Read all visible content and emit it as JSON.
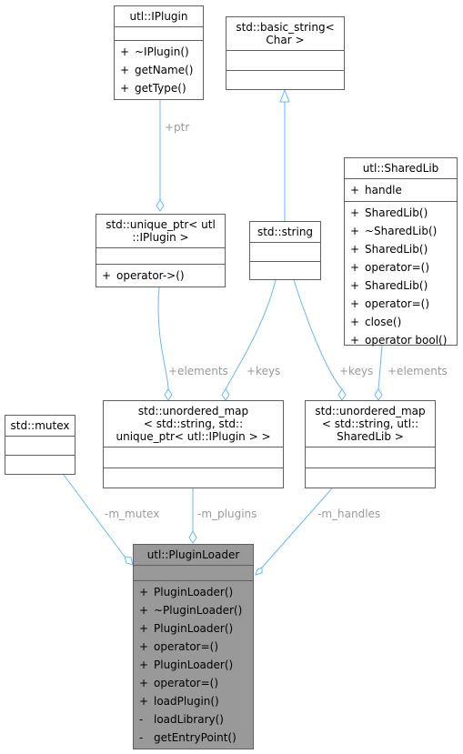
{
  "colors": {
    "edge": "#63b8ff",
    "highlight_fill": "#999999",
    "border": "#606060",
    "edge_label": "#9a9a9a"
  },
  "classes": {
    "iplugin": {
      "title": [
        "utl::IPlugin"
      ],
      "members": [],
      "operations": [
        {
          "vis": "+",
          "name": "~IPlugin()"
        },
        {
          "vis": "+",
          "name": "getName()"
        },
        {
          "vis": "+",
          "name": "getType()"
        }
      ]
    },
    "basic_string": {
      "title": [
        "std::basic_string<",
        "Char >"
      ],
      "members": [],
      "operations": []
    },
    "sharedlib": {
      "title": [
        "utl::SharedLib"
      ],
      "members": [
        {
          "vis": "+",
          "name": "handle"
        }
      ],
      "operations": [
        {
          "vis": "+",
          "name": "SharedLib()"
        },
        {
          "vis": "+",
          "name": "~SharedLib()"
        },
        {
          "vis": "+",
          "name": "SharedLib()"
        },
        {
          "vis": "+",
          "name": "operator=()"
        },
        {
          "vis": "+",
          "name": "SharedLib()"
        },
        {
          "vis": "+",
          "name": "operator=()"
        },
        {
          "vis": "+",
          "name": "close()"
        },
        {
          "vis": "+",
          "name": "operator bool()"
        }
      ]
    },
    "unique_ptr": {
      "title": [
        "std::unique_ptr< utl",
        "::IPlugin >"
      ],
      "members": [],
      "operations": [
        {
          "vis": "+",
          "name": "operator->()"
        }
      ]
    },
    "string": {
      "title": [
        "std::string"
      ],
      "members": [],
      "operations": []
    },
    "mutex": {
      "title": [
        "std::mutex"
      ],
      "members": [],
      "operations": []
    },
    "umap_plugins": {
      "title": [
        "std::unordered_map",
        "< std::string, std::",
        "unique_ptr< utl::IPlugin > >"
      ],
      "members": [],
      "operations": []
    },
    "umap_handles": {
      "title": [
        "std::unordered_map",
        "< std::string, utl::",
        "SharedLib >"
      ],
      "members": [],
      "operations": []
    },
    "pluginloader": {
      "title": [
        "utl::PluginLoader"
      ],
      "members": [],
      "operations": [
        {
          "vis": "+",
          "name": "PluginLoader()"
        },
        {
          "vis": "+",
          "name": "~PluginLoader()"
        },
        {
          "vis": "+",
          "name": "PluginLoader()"
        },
        {
          "vis": "+",
          "name": "operator=()"
        },
        {
          "vis": "+",
          "name": "PluginLoader()"
        },
        {
          "vis": "+",
          "name": "operator=()"
        },
        {
          "vis": "+",
          "name": "loadPlugin()"
        },
        {
          "vis": "-",
          "name": "loadLibrary()"
        },
        {
          "vis": "-",
          "name": "getEntryPoint()"
        }
      ]
    }
  },
  "edge_labels": {
    "ptr": "+ptr",
    "elements_plugins": "+elements",
    "keys_plugins": "+keys",
    "keys_handles": "+keys",
    "elements_handles": "+elements",
    "m_mutex": "-m_mutex",
    "m_plugins": "-m_plugins",
    "m_handles": "-m_handles"
  }
}
